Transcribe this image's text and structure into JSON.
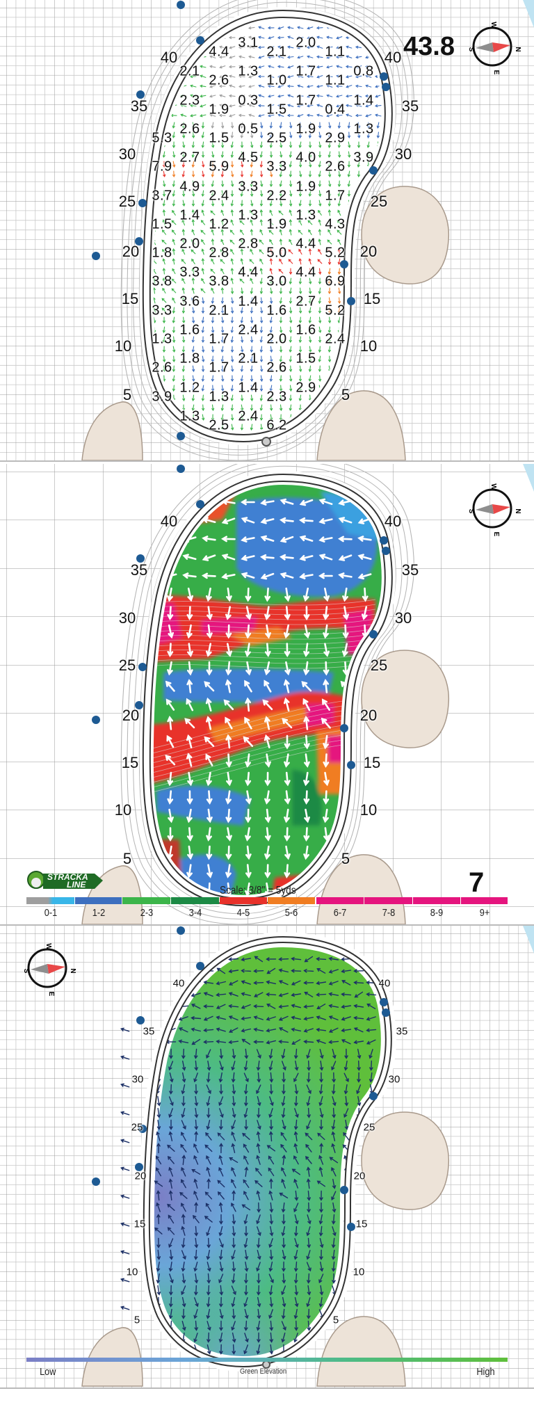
{
  "yard_labels": [
    "40",
    "35",
    "30",
    "25",
    "20",
    "15",
    "10",
    "5"
  ],
  "compass": {
    "n": "N",
    "s": "S",
    "e": "E",
    "w": "W"
  },
  "panel_break": {
    "distance": "43.8",
    "rows": [
      [
        null,
        "3.1",
        "2.0",
        null
      ],
      [
        null,
        "4.4",
        "2.1",
        "1.1"
      ],
      [
        "2.1",
        "1.3",
        "1.7",
        "0.8"
      ],
      [
        null,
        "2.6",
        "1.0",
        "1.1"
      ],
      [
        "2.3",
        "0.3",
        "1.7",
        "1.4"
      ],
      [
        null,
        "1.9",
        "1.5",
        "0.4"
      ],
      [
        "2.6",
        "0.5",
        "1.9",
        "1.3"
      ],
      [
        "5.3",
        "1.5",
        "2.5",
        "2.9"
      ],
      [
        "2.7",
        "4.5",
        "4.0",
        "3.9"
      ],
      [
        "7.9",
        "5.9",
        "3.3",
        "2.6"
      ],
      [
        "4.9",
        "3.3",
        "1.9",
        null
      ],
      [
        "3.7",
        "2.4",
        "2.2",
        "1.7"
      ],
      [
        "1.4",
        "1.3",
        "1.3",
        null
      ],
      [
        "1.5",
        "1.2",
        "1.9",
        "4.3"
      ],
      [
        "2.0",
        "2.8",
        "4.4",
        null
      ],
      [
        "1.8",
        "2.8",
        "5.0",
        "5.2"
      ],
      [
        "3.3",
        "4.4",
        "4.4",
        null
      ],
      [
        "3.8",
        "3.8",
        "3.0",
        "6.9"
      ],
      [
        "3.6",
        "1.4",
        "2.7",
        null
      ],
      [
        "3.3",
        "2.1",
        "1.6",
        "5.2"
      ],
      [
        "1.6",
        "2.4",
        "1.6",
        null
      ],
      [
        "1.3",
        "1.7",
        "2.0",
        "2.4"
      ],
      [
        "1.8",
        "2.1",
        "1.5",
        null
      ],
      [
        "2.6",
        "1.7",
        "2.6",
        null
      ],
      [
        "1.2",
        "1.4",
        "2.9",
        null
      ],
      [
        "3.9",
        "1.3",
        "2.3",
        null
      ],
      [
        "1.3",
        "2.4",
        null,
        null
      ],
      [
        null,
        "2.5",
        "6.2",
        null
      ]
    ]
  },
  "panel_slope": {
    "hole_number": "7",
    "logo_line1": "STRACKA",
    "logo_line2": "LINE",
    "scale_text": "Scale: 3/8\" = 5yds",
    "legend": [
      {
        "label": "0-1",
        "colors": [
          "#9e9e9e",
          "#38b6e8"
        ]
      },
      {
        "label": "1-2",
        "colors": [
          "#3d6fbf"
        ]
      },
      {
        "label": "2-3",
        "colors": [
          "#3cb54a"
        ]
      },
      {
        "label": "3-4",
        "colors": [
          "#1c8a45"
        ]
      },
      {
        "label": "4-5",
        "colors": [
          "#e8312a"
        ]
      },
      {
        "label": "5-6",
        "colors": [
          "#f07d22"
        ]
      },
      {
        "label": "6-7",
        "colors": [
          "#e5157e"
        ]
      },
      {
        "label": "7-8",
        "colors": [
          "#e5157e"
        ]
      },
      {
        "label": "8-9",
        "colors": [
          "#e5157e"
        ]
      },
      {
        "label": "9+",
        "colors": [
          "#e5157e"
        ]
      }
    ]
  },
  "panel_elevation": {
    "title": "Green Elevation",
    "low": "Low",
    "high": "High",
    "gradient": [
      "#7b7fc6",
      "#6aa6d8",
      "#4dbb86",
      "#5fbf3b"
    ]
  },
  "colors": {
    "bunker": "#ede3d8",
    "hole_marker": "#1d5a93",
    "green_outline": "#333333",
    "arrow_navy": "#1b2f66"
  }
}
